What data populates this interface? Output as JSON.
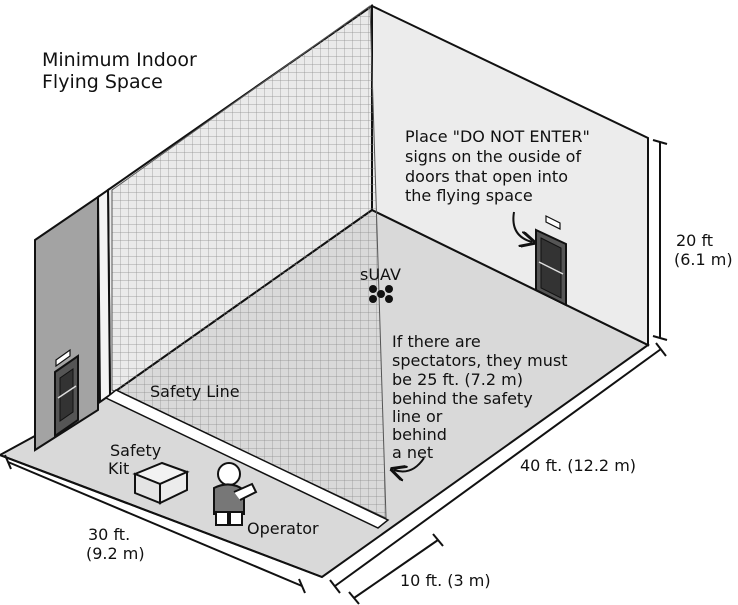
{
  "title": {
    "line1": "Minimum Indoor",
    "line2": "Flying Space"
  },
  "door_note": {
    "line1": "Place \"DO NOT ENTER\"",
    "line2": "signs on the ouside of",
    "line3": "doors that open into",
    "line4": "the flying space"
  },
  "spectator_note": {
    "line1": "If there are",
    "line2": "spectators, they must",
    "line3": "be 25 ft. (7.2 m)",
    "line4": "behind the safety",
    "line5": "line or",
    "line6": "behind",
    "line7": "a net"
  },
  "labels": {
    "suav": "sUAV",
    "safety_line": "Safety Line",
    "safety_kit_1": "Safety",
    "safety_kit_2": "Kit",
    "operator": "Operator"
  },
  "dimensions": {
    "height_1": "20 ft",
    "height_2": "(6.1 m)",
    "length": "40 ft. (12.2 m)",
    "width_1": "30 ft.",
    "width_2": "(9.2 m)",
    "zone": "10 ft. (3 m)"
  },
  "colors": {
    "floor": "#d9d9d9",
    "back_wall": "#eaeaea",
    "right_wall": "#ececec",
    "left_wall": "#a3a3a3",
    "net_grid": "#8a8a8a",
    "ink": "#111111"
  },
  "icons": [
    "door-icon",
    "drone-icon",
    "operator-icon",
    "safety-kit-icon",
    "arrow-icon"
  ]
}
